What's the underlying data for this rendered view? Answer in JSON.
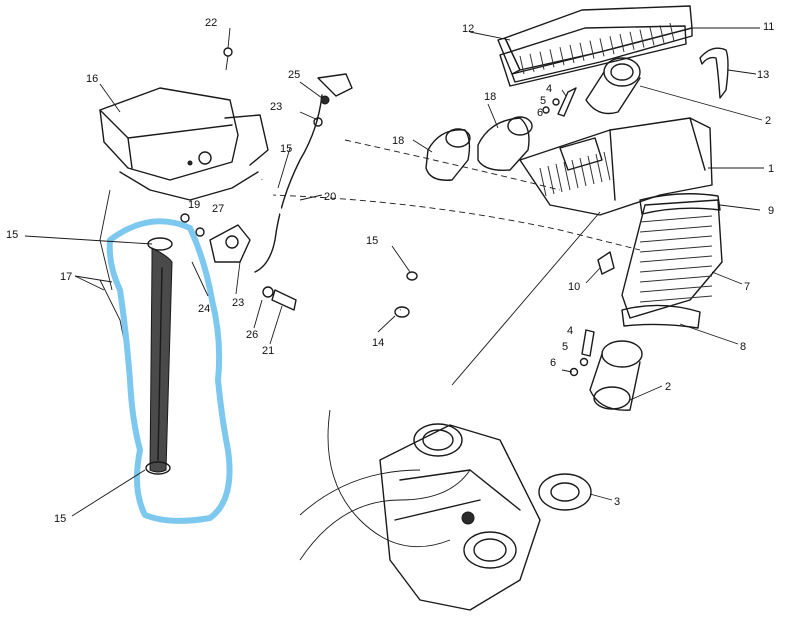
{
  "diagram": {
    "highlight_color": "#7dc8ee",
    "ink_color": "#1a1a1a",
    "labels": {
      "l1": "1",
      "l2a": "2",
      "l2b": "2",
      "l3": "3",
      "l4a": "4",
      "l4b": "4",
      "l5a": "5",
      "l5b": "5",
      "l6a": "6",
      "l6b": "6",
      "l7": "7",
      "l8": "8",
      "l9": "9",
      "l10": "10",
      "l11": "11",
      "l12": "12",
      "l13": "13",
      "l14": "14",
      "l15a": "15",
      "l15b": "15",
      "l15c": "15",
      "l15d": "15",
      "l16": "16",
      "l17": "17",
      "l18a": "18",
      "l18b": "18",
      "l19": "19",
      "l20": "20",
      "l21": "21",
      "l22": "22",
      "l23a": "23",
      "l23b": "23",
      "l24": "24",
      "l25": "25",
      "l26": "26",
      "l27": "27"
    }
  }
}
